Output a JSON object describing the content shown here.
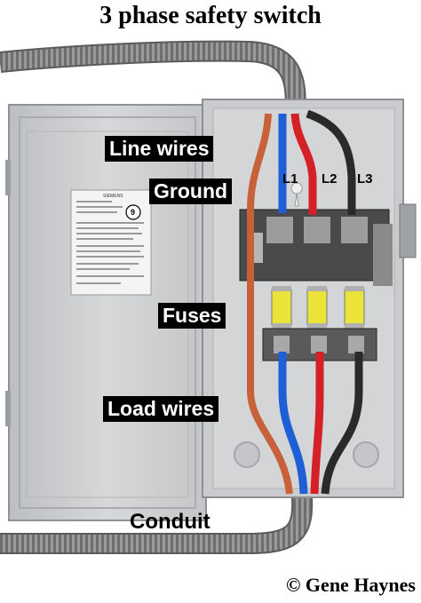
{
  "title": "3 phase safety switch",
  "labels": {
    "line_wires": "Line wires",
    "ground": "Ground",
    "fuses": "Fuses",
    "load_wires": "Load wires",
    "conduit": "Conduit"
  },
  "phases": [
    "L1",
    "L2",
    "L3"
  ],
  "door_label": {
    "brand": "SIEMENS",
    "number": "9"
  },
  "copyright": "© Gene Haynes",
  "colors": {
    "ground_wire": "#c8613a",
    "blue_wire": "#1f5fd6",
    "red_wire": "#d42127",
    "black_wire": "#2a2a2a",
    "enclosure": "#c9cbcc",
    "fuse_yellow": "#e9e33a",
    "conduit": "#8a8a8a"
  }
}
